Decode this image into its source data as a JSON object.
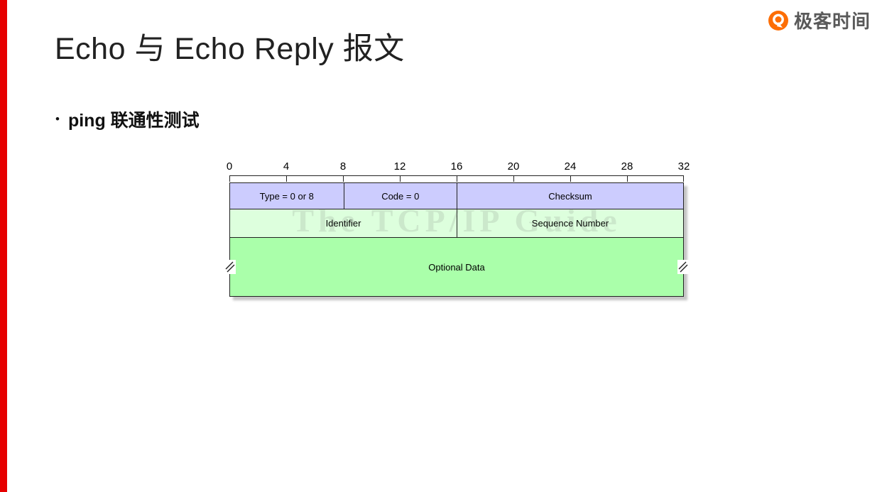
{
  "brand": {
    "name": "极客时间",
    "accent_color": "#e60000",
    "logo_color": "#fd6e05",
    "logo_icon": "geektime-logo-icon"
  },
  "slide": {
    "title": "Echo 与 Echo Reply 报文",
    "bullet_marker": "•",
    "bullet_text": "ping 联通性测试"
  },
  "diagram": {
    "watermark": "The TCP/IP Guide",
    "scale_labels": [
      "0",
      "4",
      "8",
      "12",
      "16",
      "20",
      "24",
      "28",
      "32"
    ],
    "colors": {
      "header_row": "#ccccfe",
      "identifier_row": "#ddffdd",
      "data_row": "#aaffaa",
      "border": "#222222"
    },
    "rows": [
      {
        "cells": [
          {
            "label": "Type = 0 or 8",
            "bits": 8
          },
          {
            "label": "Code = 0",
            "bits": 8
          },
          {
            "label": "Checksum",
            "bits": 16
          }
        ]
      },
      {
        "cells": [
          {
            "label": "Identifier",
            "bits": 16
          },
          {
            "label": "Sequence Number",
            "bits": 16
          }
        ]
      },
      {
        "cells": [
          {
            "label": "Optional Data",
            "bits": 32
          }
        ]
      }
    ]
  }
}
